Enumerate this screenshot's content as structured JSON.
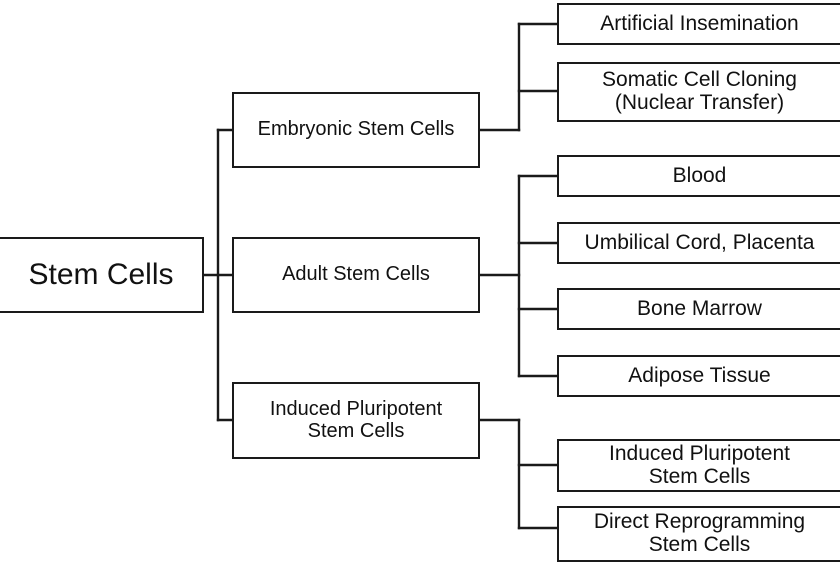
{
  "diagram": {
    "root": {
      "label": "Stem Cells"
    },
    "categories": [
      {
        "label": "Embryonic Stem Cells",
        "children": [
          {
            "label": "Artificial Insemination"
          },
          {
            "label": "Somatic Cell Cloning\n(Nuclear Transfer)"
          }
        ]
      },
      {
        "label": "Adult Stem Cells",
        "children": [
          {
            "label": "Blood"
          },
          {
            "label": "Umbilical Cord, Placenta"
          },
          {
            "label": "Bone Marrow"
          },
          {
            "label": "Adipose Tissue"
          }
        ]
      },
      {
        "label": "Induced Pluripotent\nStem Cells",
        "children": [
          {
            "label": "Induced Pluripotent\nStem Cells"
          },
          {
            "label": "Direct Reprogramming\nStem Cells"
          }
        ]
      }
    ],
    "colors": {
      "line": "#1a1a1a",
      "text": "#111111",
      "background": "#ffffff"
    }
  }
}
